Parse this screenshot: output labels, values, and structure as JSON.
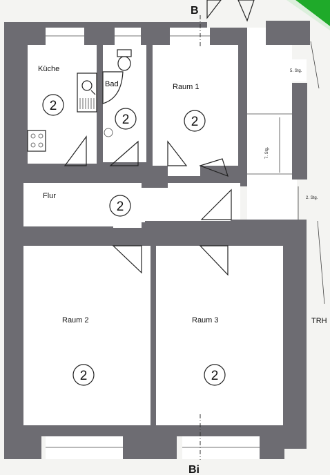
{
  "section_marks": {
    "top": "B",
    "bottom": "Bi"
  },
  "rooms": [
    {
      "id": "kueche",
      "label": "Küche",
      "number": "2"
    },
    {
      "id": "bad",
      "label": "Bad",
      "number": "2"
    },
    {
      "id": "raum1",
      "label": "Raum 1",
      "number": "2"
    },
    {
      "id": "flur",
      "label": "Flur",
      "number": "2"
    },
    {
      "id": "raum2",
      "label": "Raum 2",
      "number": "2"
    },
    {
      "id": "raum3",
      "label": "Raum 3",
      "number": "2"
    }
  ],
  "stairs": {
    "top": "5. Stg.",
    "vertical": "7. Stg.",
    "side": "2. Stg."
  },
  "adjacent_label": "TRH",
  "colors": {
    "wall": "#6d6c72",
    "accent_corner": "#1faa2a",
    "room_fill": "#ffffff"
  }
}
